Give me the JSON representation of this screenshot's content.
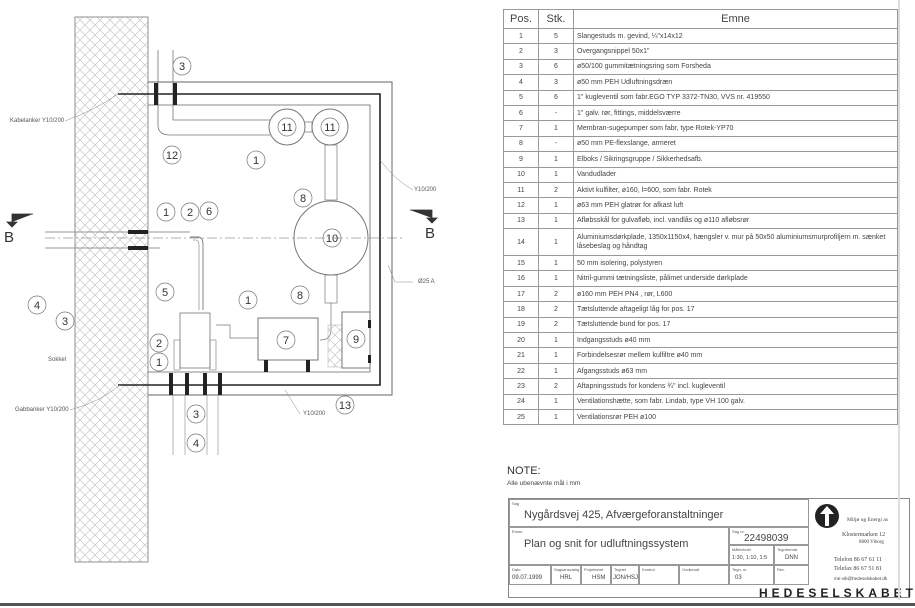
{
  "drawing": {
    "labels": {
      "anchor_top": "Kabelanker Y10/200",
      "rebar_right": "Y10/200",
      "right_dim": "Ø25 A",
      "sokkel": "Sokkel",
      "anchor_bottom": "Gabbanker Y10/200",
      "rebar_bottom": "Y10/200"
    },
    "section_left": "B",
    "section_right": "B",
    "balloons": [
      "3",
      "11",
      "11",
      "12",
      "1",
      "8",
      "1",
      "2",
      "6",
      "10",
      "5",
      "1",
      "8",
      "4",
      "3",
      "2",
      "1",
      "7",
      "9",
      "13",
      "3",
      "4"
    ]
  },
  "parts_table": {
    "headers": [
      "Pos.",
      "Stk.",
      "Emne"
    ],
    "rows": [
      [
        "1",
        "5",
        "Slangestuds m. gevind, ¼\"x14x12"
      ],
      [
        "2",
        "3",
        "Overgangsnippel 50x1\""
      ],
      [
        "3",
        "6",
        "ø50/100 gummitætningsring som Forsheda"
      ],
      [
        "4",
        "3",
        "ø50 mm PEH Udluftningsdræn"
      ],
      [
        "5",
        "6",
        "1\" kugleventil som fabr.EGO TYP 3372-TN30, VVS nr. 419550"
      ],
      [
        "6",
        "-",
        "1\" galv. rør, fittings, middelsværre"
      ],
      [
        "7",
        "1",
        "Membran-sugepumper som fabr, type Rotek-YP70"
      ],
      [
        "8",
        "-",
        "ø50 mm PE-flexslange, armeret"
      ],
      [
        "9",
        "1",
        "Elboks / Sikringsgruppe / Sikkerhedsafb."
      ],
      [
        "10",
        "1",
        "Vandudlader"
      ],
      [
        "11",
        "2",
        "Aktivt kulfilter, ø160, l=600, som fabr. Rotek"
      ],
      [
        "12",
        "1",
        "ø63 mm PEH glatrør for afkast luft"
      ],
      [
        "13",
        "1",
        "Afløbsskål for gulvafløb, incl. vandlås og ø110 afløbsrør"
      ],
      [
        "14",
        "1",
        "Aluminiumsdørkplade, 1350x1150x4, hængsler v. mur på 50x50 aluminiumsmurprofiljern m. sænket låsebeslag og håndtag"
      ],
      [
        "15",
        "1",
        "50 mm isolering, polystyren"
      ],
      [
        "16",
        "1",
        "Nitril-gummi tætningsliste, pålimet underside dørkplade"
      ],
      [
        "17",
        "2",
        "ø160 mm PEH PN4 , rør, L600"
      ],
      [
        "18",
        "2",
        "Tætsluttende aftageligt låg for pos. 17"
      ],
      [
        "19",
        "2",
        "Tætsluttende bund for pos. 17"
      ],
      [
        "20",
        "1",
        "Indgangsstuds ø40 mm"
      ],
      [
        "21",
        "1",
        "Forbindelsesrør mellem kulfiltre ø40 mm"
      ],
      [
        "22",
        "1",
        "Afgangsstuds ø63 mm"
      ],
      [
        "23",
        "2",
        "Aftapningsstuds for kondens ¾\" incl. kugleventil"
      ],
      [
        "24",
        "1",
        "Ventilationshætte, som fabr. Lindab, type VH 100 galv."
      ],
      [
        "25",
        "1",
        "Ventilationsrør PEH ø100"
      ]
    ]
  },
  "note": {
    "title": "NOTE:",
    "text": "Alle ubenævnte mål i mm"
  },
  "title_block": {
    "sag_label": "Sag",
    "sag": "Nygårdsvej 425, Afværgeforanstaltninger",
    "emne_label": "Emne",
    "emne": "Plan og snit for udluftningssystem",
    "sagnr_label": "Sag nr.",
    "sagnr": "22498039",
    "scale_label": "Målforhold",
    "scale": "1:30, 1:10, 1:5",
    "format_label": "Tegnformat",
    "format": "DNN",
    "dato_label": "Dato",
    "dato": "09.07.1999",
    "sagsansvarlig_label": "Sagsansvarlig",
    "sagsansvarlig": "HRL",
    "projekteret_label": "Projekteret",
    "projekteret": "HSM",
    "tegnet_label": "Tegnet",
    "tegnet": "JON/HSJ",
    "kontrol_label": "Kontrol",
    "godkendt_label": "Godkendt",
    "tegn_nr_label": "Tegn. nr.",
    "tegn_nr": "03",
    "rev_label": "Rev.",
    "company_dept": "Miljø og Energi as",
    "address1": "Klostermarken 12",
    "address2": "8800 Viborg",
    "phone": "Telefon 86 67 61 11",
    "fax": "Telefax 86 67 51 81",
    "email": "me-vib@hedeselskabet.dk",
    "company": "HEDESELSKABET"
  }
}
